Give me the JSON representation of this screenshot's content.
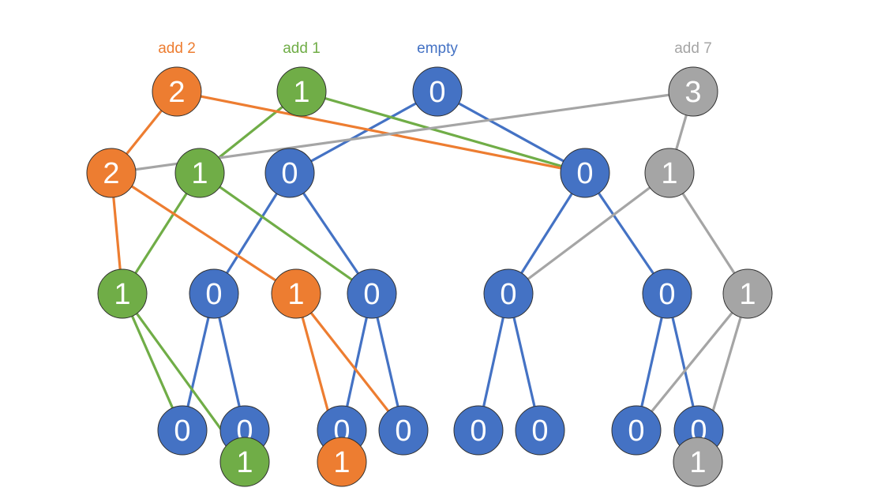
{
  "colors": {
    "orange": "#ED7D31",
    "green": "#70AD47",
    "blue": "#4472C4",
    "gray": "#A5A5A5",
    "outline": "#2f2f2f"
  },
  "roots": [
    {
      "id": "r-add2",
      "caption": "add 2",
      "value": "2",
      "color": "orange"
    },
    {
      "id": "r-add1",
      "caption": "add 1",
      "value": "1",
      "color": "green"
    },
    {
      "id": "r-empty",
      "caption": "empty",
      "value": "0",
      "color": "blue"
    },
    {
      "id": "r-add7",
      "caption": "add 7",
      "value": "3",
      "color": "gray"
    }
  ],
  "nodes": [
    {
      "id": "l1-orange",
      "value": "2",
      "color": "orange"
    },
    {
      "id": "l1-green",
      "value": "1",
      "color": "green"
    },
    {
      "id": "l1-blue-left",
      "value": "0",
      "color": "blue"
    },
    {
      "id": "l1-blue-right",
      "value": "0",
      "color": "blue"
    },
    {
      "id": "l1-gray",
      "value": "1",
      "color": "gray"
    },
    {
      "id": "l2-green",
      "value": "1",
      "color": "green"
    },
    {
      "id": "l2-blue-a",
      "value": "0",
      "color": "blue"
    },
    {
      "id": "l2-orange",
      "value": "1",
      "color": "orange"
    },
    {
      "id": "l2-blue-b",
      "value": "0",
      "color": "blue"
    },
    {
      "id": "l2-blue-c",
      "value": "0",
      "color": "blue"
    },
    {
      "id": "l2-blue-d",
      "value": "0",
      "color": "blue"
    },
    {
      "id": "l2-gray",
      "value": "1",
      "color": "gray"
    },
    {
      "id": "leaf-1",
      "value": "0",
      "color": "blue"
    },
    {
      "id": "leaf-2",
      "value": "0",
      "color": "blue"
    },
    {
      "id": "leaf-3",
      "value": "0",
      "color": "blue"
    },
    {
      "id": "leaf-4",
      "value": "0",
      "color": "blue"
    },
    {
      "id": "leaf-5",
      "value": "0",
      "color": "blue"
    },
    {
      "id": "leaf-6",
      "value": "0",
      "color": "blue"
    },
    {
      "id": "leaf-7",
      "value": "0",
      "color": "blue"
    },
    {
      "id": "leaf-8",
      "value": "0",
      "color": "blue"
    },
    {
      "id": "new-leaf-green",
      "value": "1",
      "color": "green"
    },
    {
      "id": "new-leaf-orange",
      "value": "1",
      "color": "orange"
    },
    {
      "id": "new-leaf-gray",
      "value": "1",
      "color": "gray"
    }
  ],
  "edges": [
    {
      "from": "r-empty",
      "to": "l1-blue-left",
      "color": "blue"
    },
    {
      "from": "r-empty",
      "to": "l1-blue-right",
      "color": "blue"
    },
    {
      "from": "l1-blue-left",
      "to": "l2-blue-a",
      "color": "blue"
    },
    {
      "from": "l1-blue-left",
      "to": "l2-blue-b",
      "color": "blue"
    },
    {
      "from": "l1-blue-right",
      "to": "l2-blue-c",
      "color": "blue"
    },
    {
      "from": "l1-blue-right",
      "to": "l2-blue-d",
      "color": "blue"
    },
    {
      "from": "l2-blue-a",
      "to": "leaf-1",
      "color": "blue"
    },
    {
      "from": "l2-blue-a",
      "to": "leaf-2",
      "color": "blue"
    },
    {
      "from": "l2-blue-b",
      "to": "leaf-3",
      "color": "blue"
    },
    {
      "from": "l2-blue-b",
      "to": "leaf-4",
      "color": "blue"
    },
    {
      "from": "l2-blue-c",
      "to": "leaf-5",
      "color": "blue"
    },
    {
      "from": "l2-blue-c",
      "to": "leaf-6",
      "color": "blue"
    },
    {
      "from": "l2-blue-d",
      "to": "leaf-7",
      "color": "blue"
    },
    {
      "from": "l2-blue-d",
      "to": "leaf-8",
      "color": "blue"
    },
    {
      "from": "r-add1",
      "to": "l1-green",
      "color": "green"
    },
    {
      "from": "r-add1",
      "to": "l1-blue-right",
      "color": "green"
    },
    {
      "from": "l1-green",
      "to": "l2-green",
      "color": "green"
    },
    {
      "from": "l1-green",
      "to": "l2-blue-b",
      "color": "green"
    },
    {
      "from": "l2-green",
      "to": "leaf-1",
      "color": "green"
    },
    {
      "from": "l2-green",
      "to": "new-leaf-green",
      "color": "green"
    },
    {
      "from": "r-add2",
      "to": "l1-orange",
      "color": "orange"
    },
    {
      "from": "r-add2",
      "to": "l1-blue-right",
      "color": "orange"
    },
    {
      "from": "l1-orange",
      "to": "l2-green",
      "color": "orange"
    },
    {
      "from": "l1-orange",
      "to": "l2-orange",
      "color": "orange"
    },
    {
      "from": "l2-orange",
      "to": "new-leaf-orange",
      "color": "orange"
    },
    {
      "from": "l2-orange",
      "to": "leaf-4",
      "color": "orange"
    },
    {
      "from": "r-add7",
      "to": "l1-orange",
      "color": "gray"
    },
    {
      "from": "r-add7",
      "to": "l1-gray",
      "color": "gray"
    },
    {
      "from": "l1-gray",
      "to": "l2-blue-c",
      "color": "gray"
    },
    {
      "from": "l1-gray",
      "to": "l2-gray",
      "color": "gray"
    },
    {
      "from": "l2-gray",
      "to": "leaf-7",
      "color": "gray"
    },
    {
      "from": "l2-gray",
      "to": "new-leaf-gray",
      "color": "gray"
    }
  ]
}
